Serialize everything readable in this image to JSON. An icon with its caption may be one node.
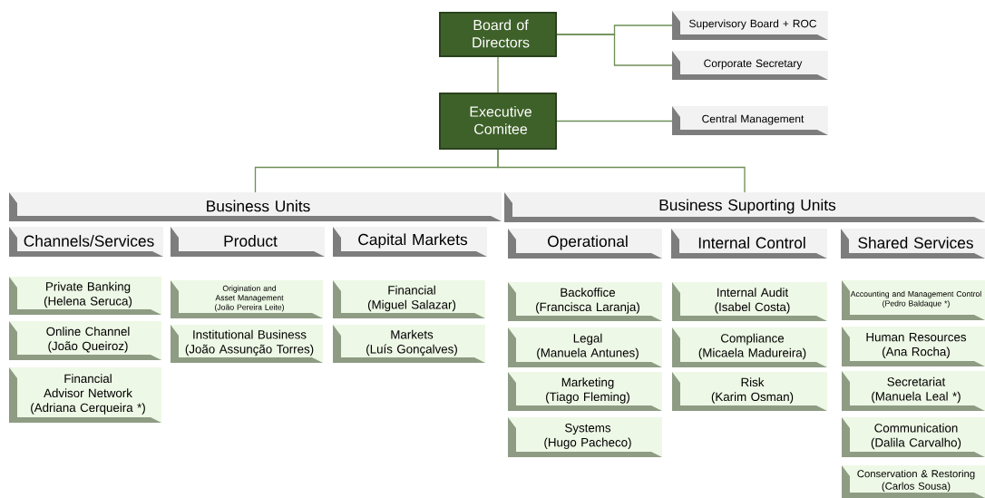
{
  "diagram": {
    "nodes": [
      {
        "text": [
          "Board of Directors"
        ]
      },
      {
        "text": [
          "Executive Comitee"
        ]
      },
      {
        "text": [
          "Supervisory Board + ROC"
        ]
      },
      {
        "text": [
          "Corporate Secretary"
        ]
      },
      {
        "text": [
          "Central Management"
        ]
      },
      {
        "text": [
          "Business Units"
        ]
      },
      {
        "text": [
          "Business Suporting Units"
        ]
      },
      {
        "text": [
          "Channels/Services"
        ]
      },
      {
        "text": [
          "Product"
        ]
      },
      {
        "text": [
          "Capital Markets"
        ]
      },
      {
        "text": [
          "Operational"
        ]
      },
      {
        "text": [
          "Internal Control"
        ]
      },
      {
        "text": [
          "Shared Services"
        ]
      },
      {
        "text": [
          "Private Banking",
          "(Helena Seruca)"
        ]
      },
      {
        "text": [
          "Online Channel",
          "(João Queiroz)"
        ]
      },
      {
        "text": [
          "Financial Advisor Network",
          "(Adriana Cerqueira *)"
        ]
      },
      {
        "text": [
          "Origination and Asset Management",
          "(João Pereira Leite)"
        ]
      },
      {
        "text": [
          "Institutional Business",
          "(João Assunção Torres)"
        ]
      },
      {
        "text": [
          "Financial",
          "(Miguel Salazar)"
        ]
      },
      {
        "text": [
          "Markets",
          "(Luís Gonçalves)"
        ]
      },
      {
        "text": [
          "Backoffice",
          "(Francisca Laranja)"
        ]
      },
      {
        "text": [
          "Legal",
          "(Manuela Antunes)"
        ]
      },
      {
        "text": [
          "Marketing",
          "(Tiago Fleming)"
        ]
      },
      {
        "text": [
          "Systems",
          "(Hugo Pacheco)"
        ]
      },
      {
        "text": [
          "Internal Audit",
          "(Isabel Costa)"
        ]
      },
      {
        "text": [
          "Compliance",
          "(Micaela Madureira)"
        ]
      },
      {
        "text": [
          "Risk",
          "(Karim Osman)"
        ]
      },
      {
        "text": [
          "Accounting and Management Control",
          "(Pedro Baldaque *)"
        ]
      },
      {
        "text": [
          "Human Resources",
          "(Ana Rocha)"
        ]
      },
      {
        "text": [
          "Secretariat",
          "(Manuela Leal *)"
        ]
      },
      {
        "text": [
          "Communication",
          "(Dalila Carvalho)"
        ]
      },
      {
        "text": [
          "Conservation & Restoring",
          "(Carlos Sousa)"
        ]
      }
    ],
    "edges": [
      {
        "from": 0,
        "to": 1,
        "arrow": "none"
      },
      {
        "from": 0,
        "to": 2,
        "arrow": "none"
      },
      {
        "from": 0,
        "to": 3,
        "arrow": "none"
      },
      {
        "from": 1,
        "to": 4,
        "arrow": "none"
      },
      {
        "from": 1,
        "to": 5,
        "arrow": "none"
      },
      {
        "from": 1,
        "to": 6,
        "arrow": "none"
      }
    ]
  }
}
